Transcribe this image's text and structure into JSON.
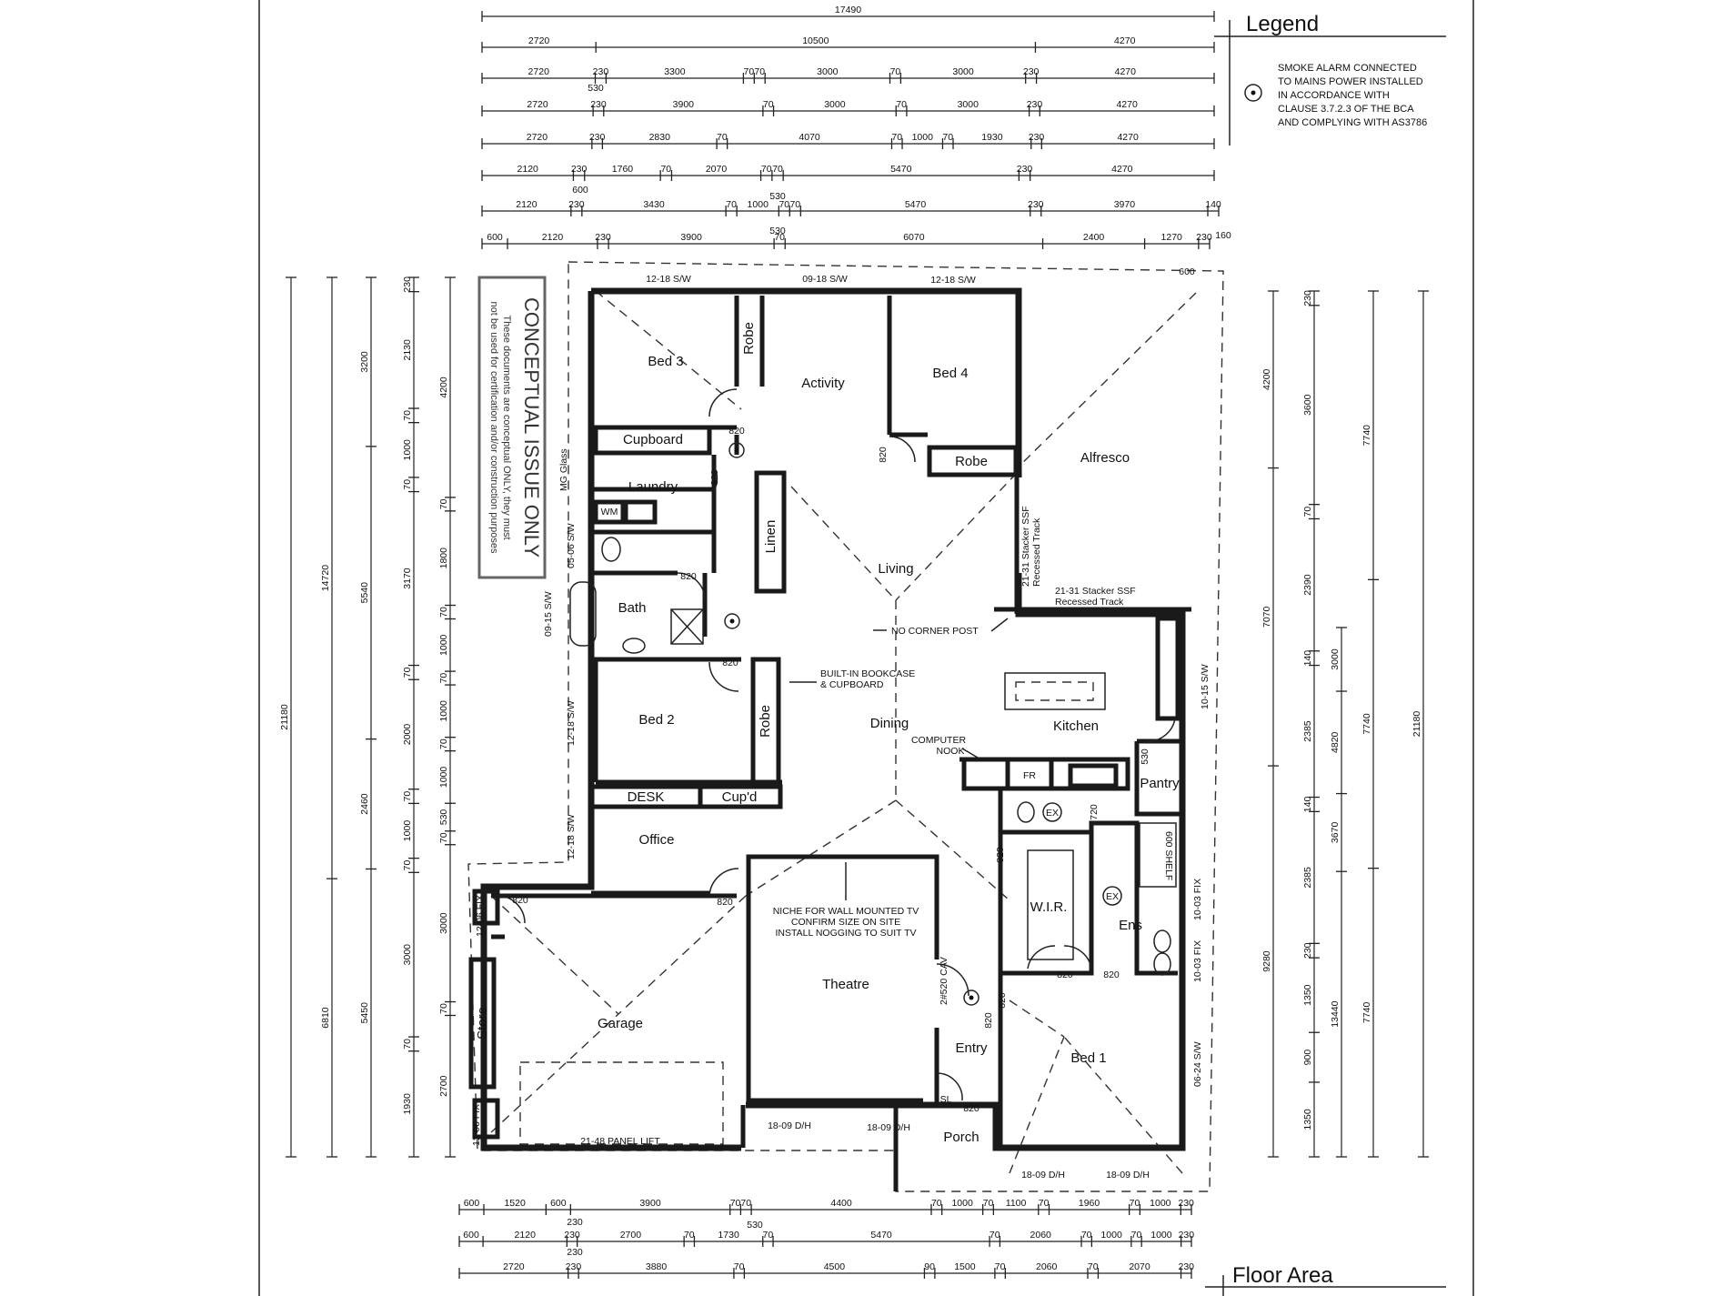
{
  "legend": {
    "title": "Legend",
    "smoke_alarm_lines": [
      "SMOKE ALARM CONNECTED",
      "TO MAINS POWER INSTALLED",
      "IN ACCORDANCE WITH",
      "CLAUSE 3.7.2.3 OF THE BCA",
      "AND COMPLYING WITH AS3786"
    ]
  },
  "floor_area": {
    "title": "Floor Area"
  },
  "stamp": {
    "title": "CONCEPTUAL ISSUE ONLY",
    "lines": [
      "These documents are conceptual ONLY, they must",
      "not be used for certification and/or construction purposes"
    ]
  },
  "rooms": {
    "bed3": "Bed 3",
    "robe3": "Robe",
    "activity": "Activity",
    "bed4": "Bed 4",
    "robe4": "Robe",
    "alfresco": "Alfresco",
    "cupboard": "Cupboard",
    "laundry": "Laundry",
    "linen": "Linen",
    "living": "Living",
    "bath": "Bath",
    "bed2": "Bed 2",
    "robe2": "Robe",
    "dining": "Dining",
    "kitchen": "Kitchen",
    "pantry": "Pantry",
    "desk": "DESK",
    "cupd": "Cup'd",
    "office": "Office",
    "wir": "W.I.R.",
    "ens": "Ens",
    "theatre": "Theatre",
    "store": "Store",
    "garage": "Garage",
    "entry": "Entry",
    "bed1": "Bed 1",
    "porch": "Porch"
  },
  "notes": {
    "no_corner_post": "NO CORNER POST",
    "bookcase": [
      "BUILT-IN BOOKCASE",
      "& CUPBOARD"
    ],
    "computer_nook": [
      "COMPUTER",
      "NOOK"
    ],
    "tv_niche": [
      "NICHE FOR WALL MOUNTED TV",
      "CONFIRM SIZE ON SITE",
      "INSTALL NOGGING TO SUIT TV"
    ],
    "stacker_1": [
      "21-31 Stacker SSF",
      "Recessed Track"
    ],
    "stacker_2": [
      "21-31 Stacker SSF",
      "Recessed Track"
    ],
    "panel_lift": "21-48 PANEL LIFT",
    "fr": "FR",
    "wm": "WM",
    "ex1": "EX",
    "ex2": "EX",
    "shelf": "600 SHELF",
    "glass": "MG Glass",
    "cav": "2#520 CAV",
    "sl": "SL"
  },
  "windows": {
    "w1": "12-18 S/W",
    "w2": "09-18 S/W",
    "w3": "12-18 S/W",
    "w4": "05-06 S/W",
    "w5": "09-15 S/W",
    "w6": "12-18 S/W",
    "w7": "12-18 S/W",
    "w8": "12-06 FIX",
    "w9": "12-06 FIX",
    "w10": "10-15 S/W",
    "w11": "10-03 FIX",
    "w12": "10-03 FIX",
    "w13": "06-24 S/W",
    "w14": "18-09 D/H",
    "w15": "18-09 D/H",
    "w16": "18-09 D/H",
    "w17": "18-09 D/H"
  },
  "doors": [
    "820",
    "820",
    "820",
    "820",
    "820",
    "820",
    "820",
    "820",
    "820",
    "820",
    "820",
    "820",
    "530",
    "720",
    "820"
  ],
  "dimensions": {
    "top": [
      [
        "17490"
      ],
      [
        "2720",
        "10500",
        "4270"
      ],
      [
        "2720",
        "230",
        "3300",
        "70",
        "70",
        "3000",
        "70",
        "3000",
        "230",
        "4270"
      ],
      [
        "2720",
        "230",
        "3900",
        "70",
        "3000",
        "70",
        "3000",
        "230",
        "4270"
      ],
      [
        "2720",
        "230",
        "2830",
        "70",
        "4070",
        "70",
        "1000",
        "70",
        "1930",
        "230",
        "4270"
      ],
      [
        "2120",
        "230",
        "1760",
        "70",
        "2070",
        "70",
        "70",
        "5470",
        "230",
        "4270"
      ],
      [
        "2120",
        "230",
        "3430",
        "70",
        "1000",
        "70",
        "70",
        "5470",
        "230",
        "3970",
        "140"
      ],
      [
        "600",
        "2120",
        "230",
        "3900",
        "70",
        "6070",
        "2400",
        "1270",
        "230"
      ]
    ],
    "top_small": [
      "530",
      "600",
      "530",
      "530",
      "160",
      "600"
    ],
    "bottom": [
      [
        "600",
        "1520",
        "600",
        "3900",
        "70",
        "70",
        "4400",
        "70",
        "1000",
        "70",
        "1100",
        "70",
        "1960",
        "70",
        "1000",
        "230"
      ],
      [
        "600",
        "2120",
        "230",
        "2700",
        "70",
        "1730",
        "70",
        "5470",
        "70",
        "2060",
        "70",
        "1000",
        "70",
        "1000",
        "230"
      ],
      [
        "2720",
        "230",
        "3880",
        "70",
        "4500",
        "90",
        "1500",
        "70",
        "2060",
        "70",
        "2070",
        "230"
      ]
    ],
    "bottom_small": [
      "230",
      "530",
      "230"
    ],
    "left": [
      [
        "21180"
      ],
      [
        "14720",
        "6810"
      ],
      [
        "3200",
        "5540",
        "2460",
        "5450"
      ],
      [
        "230",
        "2130",
        "70",
        "1000",
        "70",
        "3170",
        "70",
        "2000",
        "70",
        "1000",
        "70",
        "3000",
        "70",
        "1930"
      ],
      [
        "4200",
        "70",
        "1800",
        "70",
        "1000",
        "70",
        "1000",
        "70",
        "1000",
        "530",
        "70",
        "3000",
        "70",
        "2700"
      ]
    ],
    "right": [
      [
        "21180"
      ],
      [
        "7740",
        "7740",
        "7740"
      ],
      [
        "4200",
        "7070",
        "9280"
      ],
      [
        "230",
        "3600",
        "70",
        "2390",
        "140",
        "2385",
        "140",
        "2385",
        "230",
        "1350",
        "900",
        "1350"
      ],
      [
        "3000",
        "4820",
        "3670",
        "13440"
      ]
    ]
  }
}
